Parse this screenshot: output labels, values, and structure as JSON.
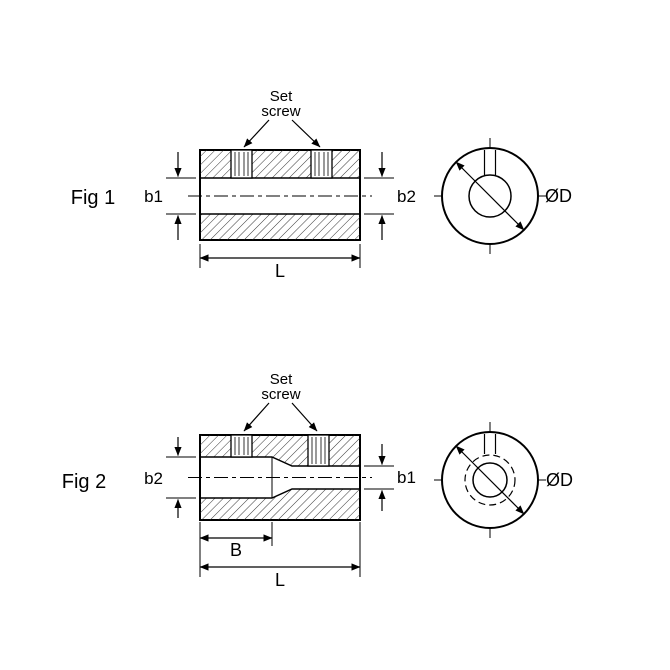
{
  "colors": {
    "fig_label": "#2b3ac9",
    "line": "#000000"
  },
  "fig1": {
    "label": "Fig 1",
    "callout": {
      "line1": "Set",
      "line2": "screw"
    },
    "dims": {
      "left": "b1",
      "right": "b2",
      "length": "L",
      "diameter": "ØD"
    }
  },
  "fig2": {
    "label": "Fig 2",
    "callout": {
      "line1": "Set",
      "line2": "screw"
    },
    "dims": {
      "left": "b2",
      "right": "b1",
      "step": "B",
      "length": "L",
      "diameter": "ØD"
    }
  }
}
